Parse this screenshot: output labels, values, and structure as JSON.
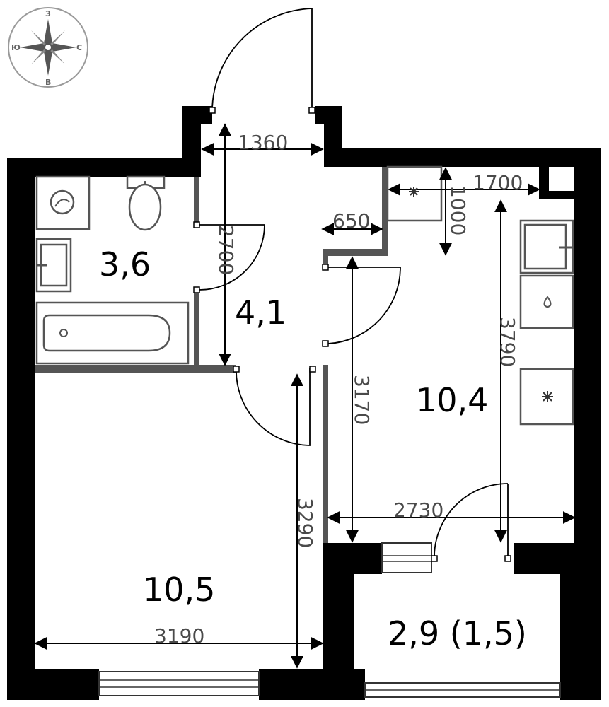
{
  "compass": {
    "n": "З",
    "s": "В",
    "e": "С",
    "w": "Ю"
  },
  "rooms": {
    "bathroom": "3,6",
    "hallway": "4,1",
    "kitchen": "10,4",
    "bedroom": "10,5",
    "balcony": "2,9 (1,5)"
  },
  "dimensions": {
    "entry_width": "1360",
    "hall_length": "2700",
    "niche_width": "650",
    "niche_depth": "1000",
    "kitchen_top": "1700",
    "kitchen_length": "3790",
    "kitchen_depth": "3170",
    "kitchen_width": "2730",
    "bedroom_length": "3290",
    "bedroom_width": "3190"
  },
  "colors": {
    "wall": "#000000",
    "partition": "#555555",
    "text": "#000000",
    "dim_text": "#4a4a4a"
  }
}
